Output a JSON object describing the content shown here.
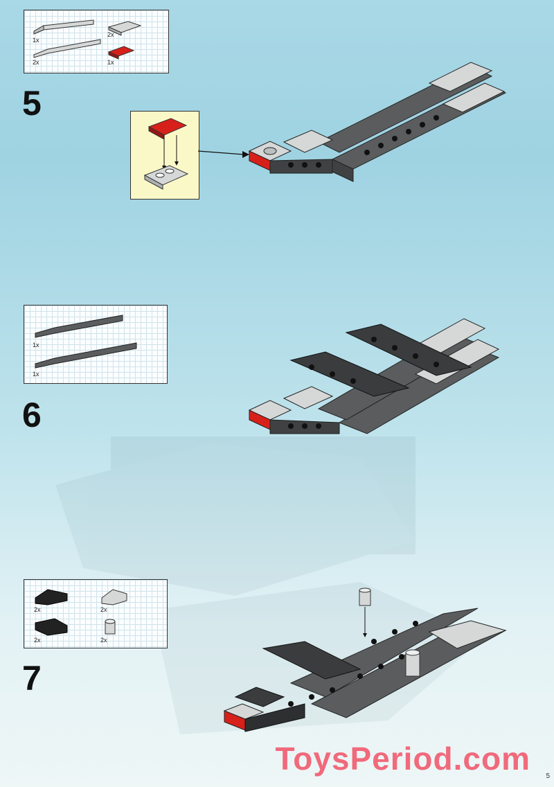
{
  "steps": [
    {
      "number": "5",
      "parts": [
        {
          "qty": "1x",
          "name": "light-gray 1x6 plate"
        },
        {
          "qty": "2x",
          "name": "light-gray 1x3 plate"
        },
        {
          "qty": "2x",
          "name": "light-gray 1x8 plate"
        },
        {
          "qty": "1x",
          "name": "red 1x2 plate"
        }
      ]
    },
    {
      "number": "6",
      "parts": [
        {
          "qty": "1x",
          "name": "dark-gray 1x10 plate"
        },
        {
          "qty": "1x",
          "name": "dark-gray 1x10 plate"
        }
      ]
    },
    {
      "number": "7",
      "parts": [
        {
          "qty": "2x",
          "name": "black slope"
        },
        {
          "qty": "2x",
          "name": "light-gray slope"
        },
        {
          "qty": "2x",
          "name": "black slope"
        },
        {
          "qty": "2x",
          "name": "light-gray round brick"
        }
      ]
    }
  ],
  "watermark": "ToysPeriod.com",
  "page_number": "5",
  "colors": {
    "dark_gray": "#5a5c5e",
    "light_gray": "#d6d8d8",
    "red": "#d8201a",
    "black": "#222222",
    "callout_bg": "#fbf8c8"
  }
}
